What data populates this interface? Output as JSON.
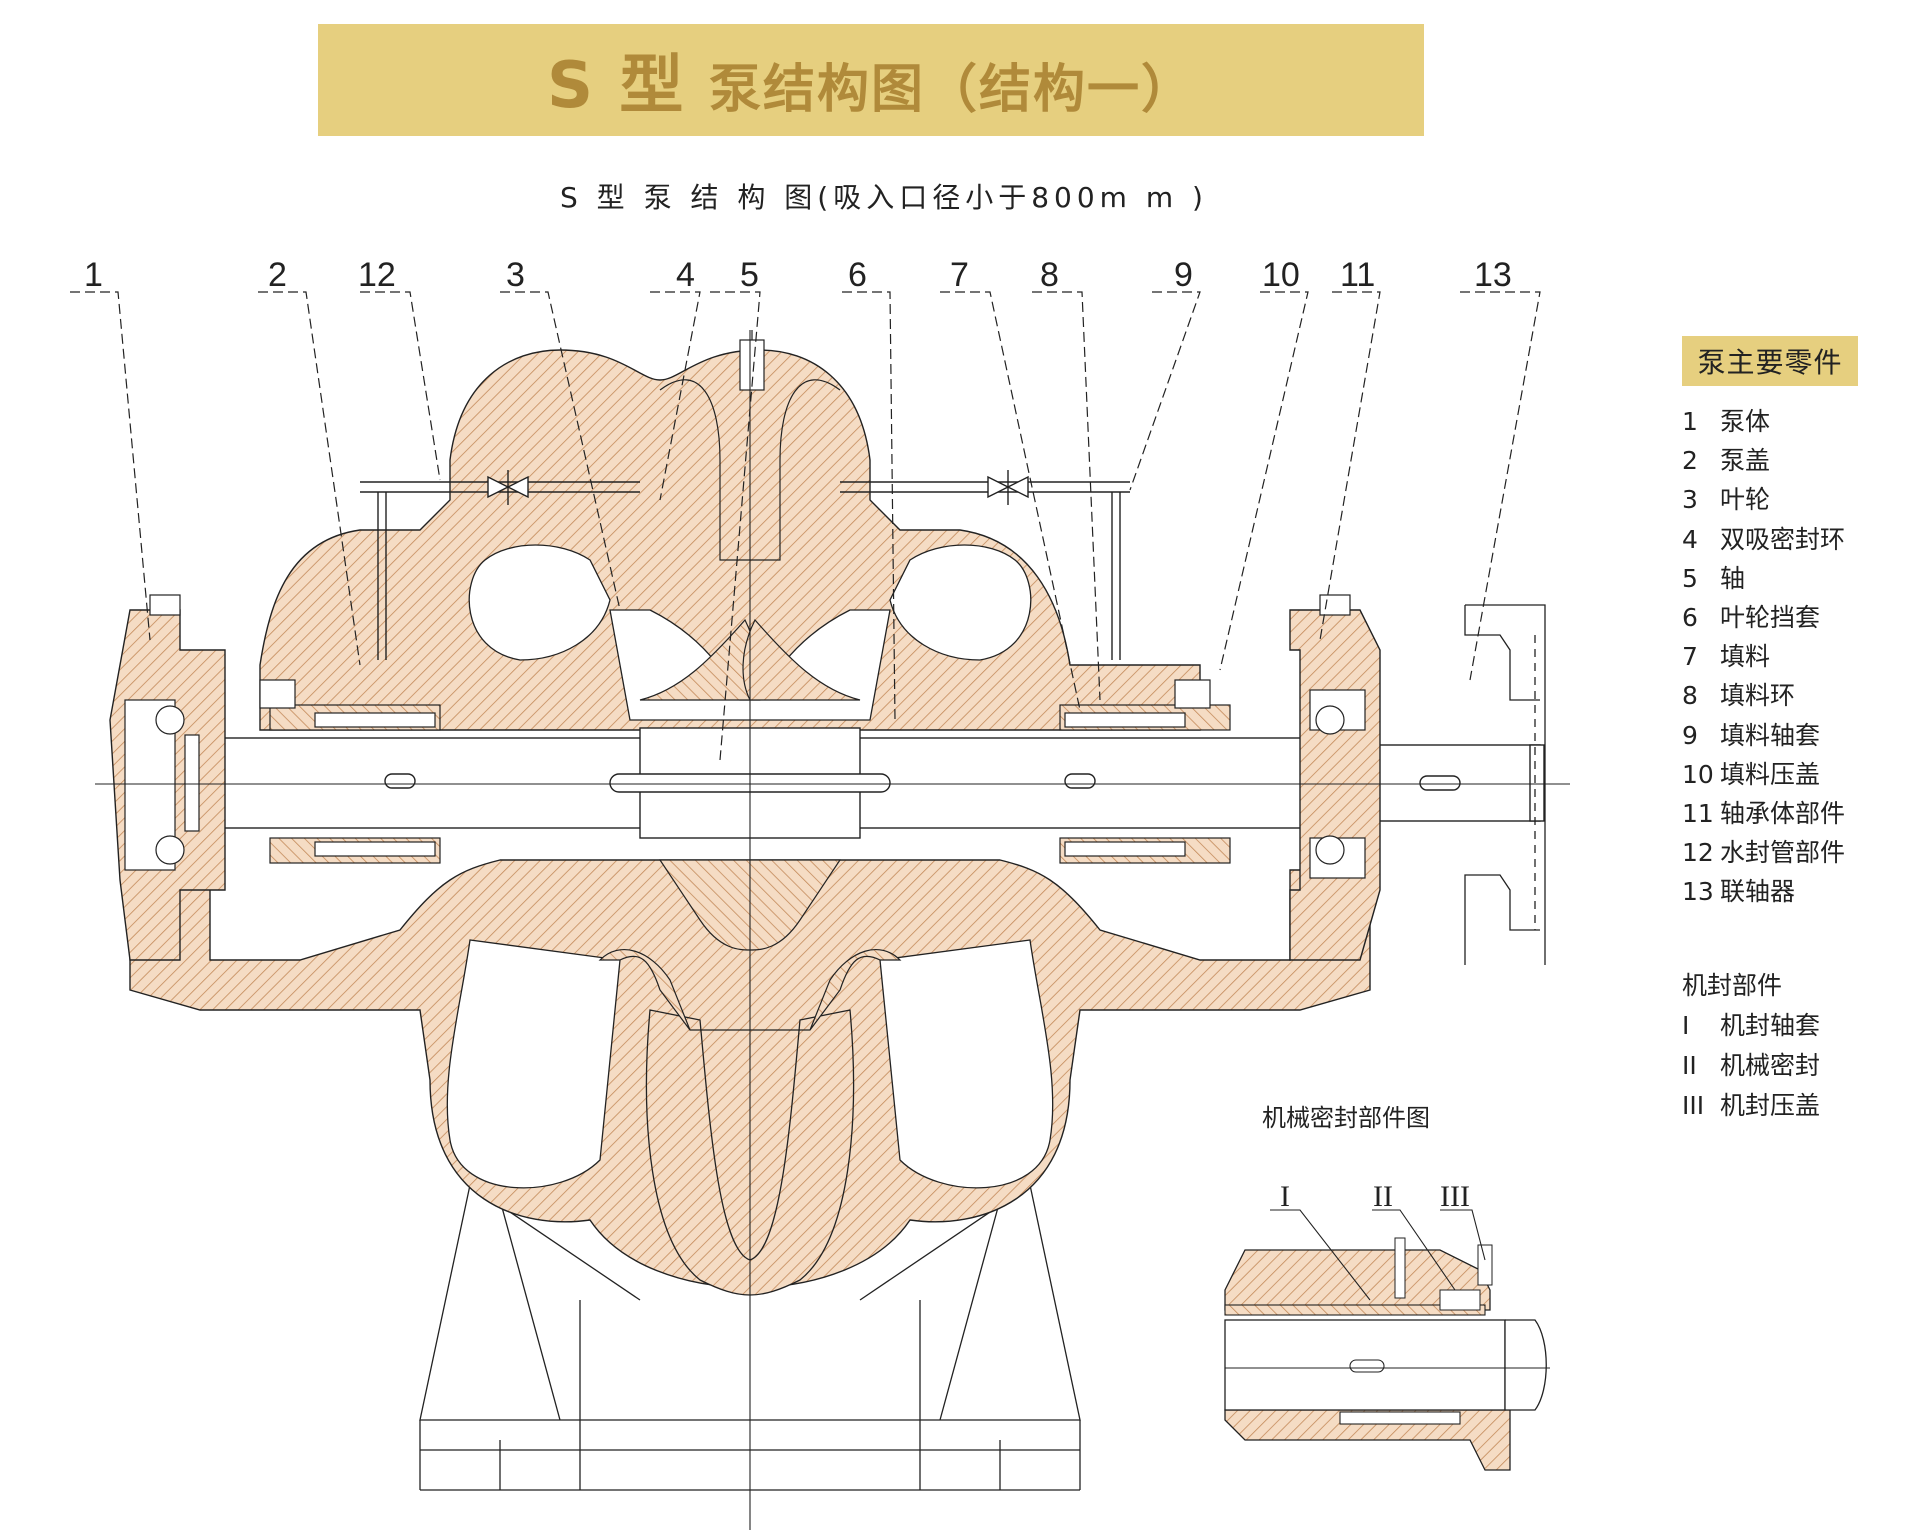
{
  "title": {
    "prefix": "S 型",
    "main": "泵结构图（结构一）"
  },
  "subtitle": "S 型 泵 结 构 图(吸入口径小于800m m )",
  "callouts": [
    "1",
    "2",
    "12",
    "3",
    "4",
    "5",
    "6",
    "7",
    "8",
    "9",
    "10",
    "11",
    "13"
  ],
  "parts_heading": "泵主要零件",
  "parts": [
    {
      "num": "1",
      "name": "泵体"
    },
    {
      "num": "2",
      "name": "泵盖"
    },
    {
      "num": "3",
      "name": "叶轮"
    },
    {
      "num": "4",
      "name": "双吸密封环"
    },
    {
      "num": "5",
      "name": "轴"
    },
    {
      "num": "6",
      "name": "叶轮挡套"
    },
    {
      "num": "7",
      "name": "填料"
    },
    {
      "num": "8",
      "name": "填料环"
    },
    {
      "num": "9",
      "name": "填料轴套"
    },
    {
      "num": "10",
      "name": "填料压盖"
    },
    {
      "num": "11",
      "name": "轴承体部件"
    },
    {
      "num": "12",
      "name": "水封管部件"
    },
    {
      "num": "13",
      "name": "联轴器"
    }
  ],
  "seal_heading": "机封部件",
  "seal_parts": [
    {
      "num": "I",
      "name": "机封轴套"
    },
    {
      "num": "II",
      "name": "机械密封"
    },
    {
      "num": "III",
      "name": "机封压盖"
    }
  ],
  "detail_title": "机械密封部件图",
  "detail_callouts": [
    "I",
    "II",
    "III"
  ],
  "colors": {
    "banner": "#e6cf7f",
    "banner_text": "#b08a3a",
    "section_fill": "#f5dcc4",
    "hatch": "#c48a5a",
    "line": "#222222"
  }
}
